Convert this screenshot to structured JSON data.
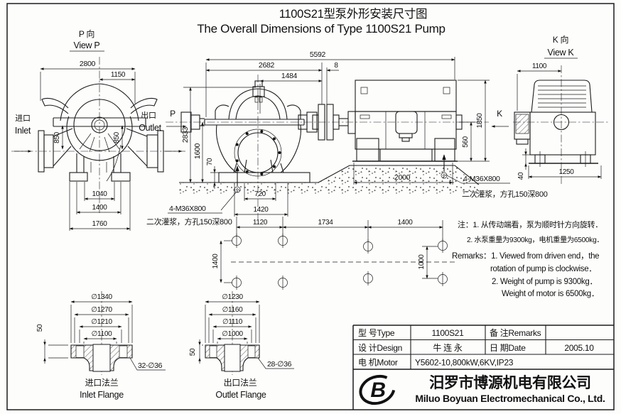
{
  "title": {
    "zh": "1100S21型泵外形安装尺寸图",
    "en": "The Overall Dimensions of Type 1100S21 Pump"
  },
  "view_p": {
    "label_zh": "P 向",
    "label_en": "View P",
    "inlet_zh": "进口",
    "inlet_en": "Inlet",
    "outlet_zh": "出口",
    "outlet_en": "Outlet",
    "dim_2800": "2800",
    "dim_1150": "1150",
    "dim_850_left": "850",
    "dim_850_right": "850",
    "dim_1040": "1040",
    "dim_1400": "1400",
    "dim_1760": "1760"
  },
  "side_view": {
    "p_marker": "P",
    "k_marker": "K",
    "dim_5592": "5592",
    "dim_2682": "2682",
    "dim_1484": "1484",
    "dim_8": "8",
    "dim_2833": "2833",
    "dim_1600": "1600",
    "dim_70": "70",
    "dim_720": "720",
    "dim_1420": "1420",
    "dim_2000": "2000",
    "dim_560": "560",
    "dim_1850": "1850",
    "anchor_label_left": "4-M36X800",
    "grout_label_left": "二次灌浆，方孔150深800",
    "anchor_label_right": "4-M36X800",
    "grout_label_right": "二次灌浆，方孔150深800"
  },
  "view_k": {
    "label_zh": "K 向",
    "label_en": "View K",
    "dim_1100": "1100",
    "dim_40": "40",
    "dim_1250": "1250"
  },
  "foundation_plan": {
    "dim_1120": "1120",
    "dim_1734": "1734",
    "dim_1400": "1400",
    "dim_1400_v": "1400",
    "dim_1000_v": "1000"
  },
  "notes": {
    "zh_line1": "注：1. 从传动端看，泵为顺时针方向旋转．",
    "zh_line2": "2. 水泵重量为9300kg，电机重量为6500kg．",
    "en_line1": "Remarks：1. Viewed from driven end，the",
    "en_line2": "rotation of pump is  clockwise．",
    "en_line3": "2. Weight of pump is 9300kg．",
    "en_line4": "Weight of motor is 6500kg．"
  },
  "inlet_flange": {
    "dia_outer": "∅1340",
    "dia_bolt_circle": "∅1270",
    "dia_raised": "∅1210",
    "dia_bore": "∅1100",
    "thickness": "50",
    "holes": "32-∅36",
    "label_zh": "进口法兰",
    "label_en": "Inlet Flange"
  },
  "outlet_flange": {
    "dia_outer": "∅1230",
    "dia_bolt_circle": "∅1160",
    "dia_raised": "∅1110",
    "dia_bore": "∅1000",
    "thickness": "50",
    "holes": "28-∅36",
    "label_zh": "出口法兰",
    "label_en": "Outlet Flange"
  },
  "title_block": {
    "type_label": "型 号Type",
    "type_value": "1100S21",
    "remarks_label": "备 注Remarks",
    "remarks_value": "",
    "design_label": "设 计Design",
    "design_value": "牛 连 永",
    "date_label": "日 期Date",
    "date_value": "2005.10",
    "motor_label": "电 机Motor",
    "motor_value": "Y5602-10,800kW,6KV,IP23"
  },
  "company": {
    "logo_letter": "B",
    "name_zh": "汨罗市博源机电有限公司",
    "name_en": "Miluo Boyuan Electromechanical Co., Ltd."
  }
}
